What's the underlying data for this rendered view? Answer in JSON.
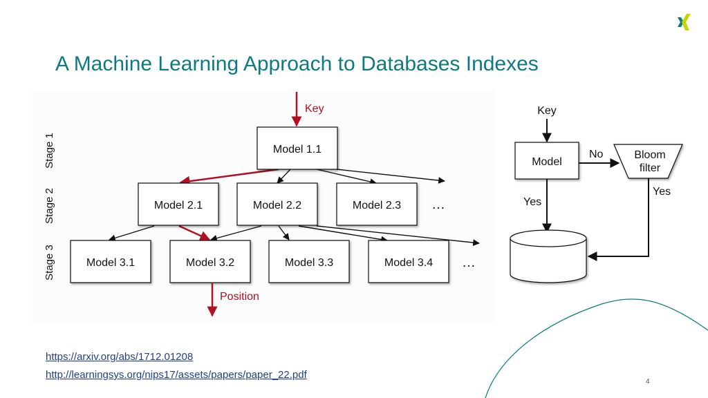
{
  "slide": {
    "title": "A Machine Learning Approach to Databases Indexes",
    "page_number": "4",
    "logo_icon": "xing-logo-icon",
    "accent_color": "#0e7a7f",
    "highlight_color": "#b01020"
  },
  "rmi": {
    "stages": [
      "Stage 1",
      "Stage 2",
      "Stage 3"
    ],
    "input_label": "Key",
    "output_label": "Position",
    "stage1": [
      "Model 1.1"
    ],
    "stage2": [
      "Model 2.1",
      "Model 2.2",
      "Model 2.3"
    ],
    "stage3": [
      "Model 3.1",
      "Model 3.2",
      "Model 3.3",
      "Model 3.4"
    ],
    "ellipsis": "…"
  },
  "bloom": {
    "key_label": "Key",
    "model_label": "Model",
    "filter_label_line1": "Bloom",
    "filter_label_line2": "filter",
    "no_label": "No",
    "yes_label_model": "Yes",
    "yes_label_filter": "Yes"
  },
  "links": [
    "https://arxiv.org/abs/1712.01208",
    "http://learningsys.org/nips17/assets/papers/paper_22.pdf"
  ]
}
